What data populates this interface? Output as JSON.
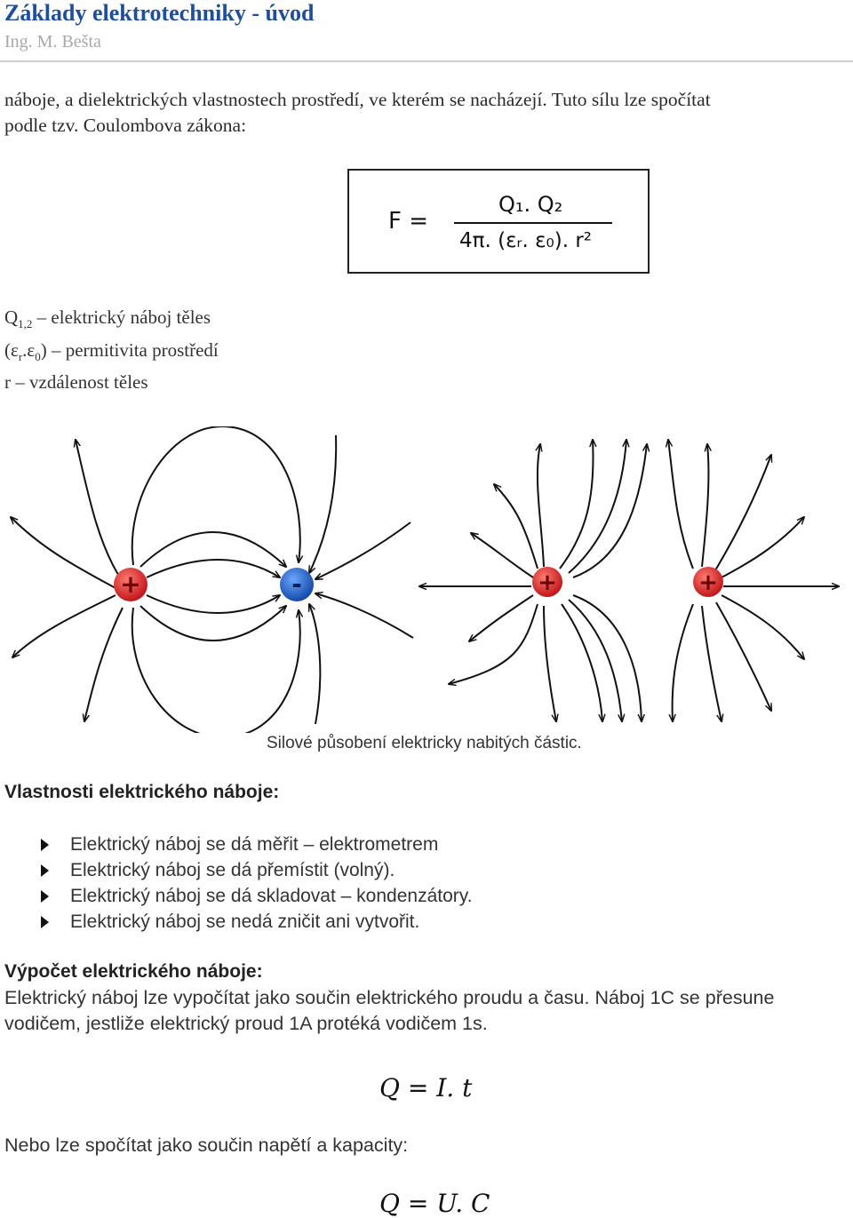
{
  "header": {
    "title": "Základy elektrotechniky - úvod",
    "author": "Ing. M. Bešta"
  },
  "intro": {
    "line1": "náboje, a dielektrických vlastnostech prostředí, ve kterém se nacházejí. Tuto sílu lze spočítat",
    "line2": "podle tzv. Coulombova zákona:"
  },
  "coulomb_formula": {
    "lhs": "F =",
    "numerator": "Q₁. Q₂",
    "denominator": "4π. (εᵣ. ε₀). r²"
  },
  "definitions": {
    "q_symbol": "Q",
    "q_sub": "1,2",
    "q_text": " – elektrický náboj těles",
    "eps_open": "(ε",
    "eps_sub_r": "r",
    "eps_dot": ".ε",
    "eps_sub_0": "0",
    "eps_text": ") – permitivita prostředí",
    "r_text": "r – vzdálenost těles"
  },
  "figure": {
    "charge_plus": "+",
    "charge_minus": "-",
    "color_positive": "#d42a22",
    "color_negative": "#1f63c8",
    "caption": "Silové působení elektricky nabitých částic."
  },
  "properties": {
    "heading": "Vlastnosti elektrického náboje:",
    "items": [
      "Elektrický náboj se dá měřit – elektrometrem",
      "Elektrický náboj se dá přemístit (volný).",
      "Elektrický náboj se dá skladovat – kondenzátory.",
      "Elektrický náboj se nedá zničit ani vytvořit."
    ]
  },
  "calculation": {
    "heading": "Výpočet elektrického náboje:",
    "line1": "Elektrický náboj lze vypočítat jako součin elektrického proudu a času. Náboj 1C se přesune",
    "line2": "vodičem, jestliže elektrický proud 1A protéká vodičem 1s.",
    "formula1": "Q = I. t",
    "line3": "Nebo lze spočítat jako součin napětí a kapacity:",
    "formula2": "Q = U. C"
  }
}
